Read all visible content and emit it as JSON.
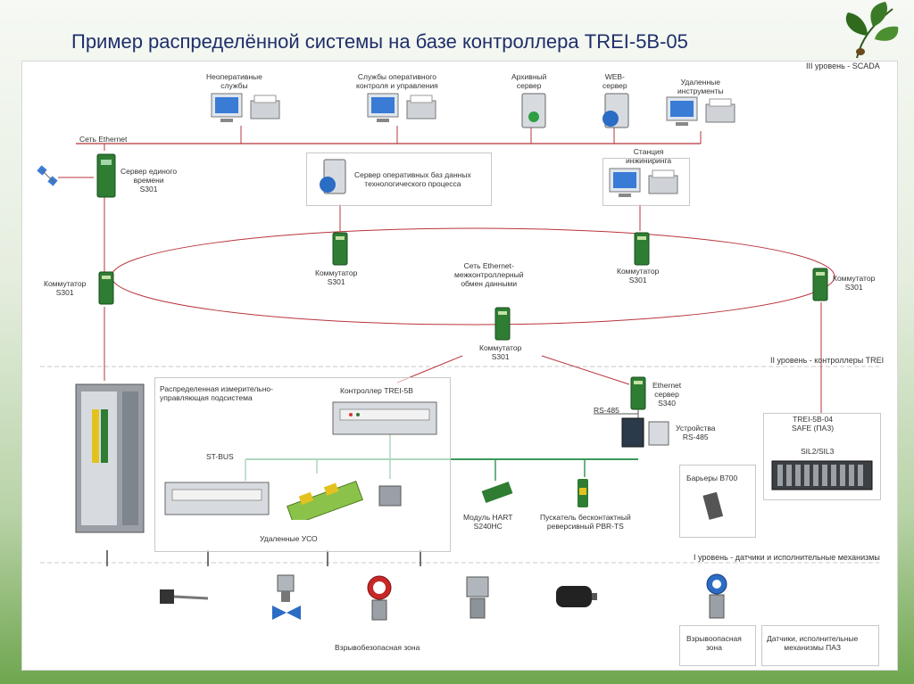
{
  "title": "Пример распределённой системы на базе контроллера  TREI-5B-05",
  "levels": {
    "scada": "III уровень - SCADA",
    "controllers": "II уровень - контроллеры TREI",
    "sensors": "I уровень - датчики и исполнительные механизмы"
  },
  "top": {
    "nonop_services": "Неоперативные\nслужбы",
    "op_services": "Службы оперативного\nконтроля и управления",
    "archive_server": "Архивный\nсервер",
    "web_server": "WEB-\nсервер",
    "remote_clients": "Удаленные\nинструменты",
    "ethernet_net": "Сеть Ethernet",
    "time_server": "Сервер единого\nвремени\nS301",
    "db_server": "Сервер оперативных баз данных\nтехнологического процесса",
    "eng_station": "Станция\nинжиниринга"
  },
  "ring": {
    "sw_left": "Коммутатор\nS301",
    "sw_mid_left": "Коммутатор\nS301",
    "sw_mid_right": "Коммутатор\nS301",
    "sw_right": "Коммутатор\nS301",
    "sw_bottom": "Коммутатор\nS301",
    "ring_label": "Сеть Ethernet-\nмежконтроллерный\nобмен данными"
  },
  "lower": {
    "subsystem": "Распределенная измерительно-\nуправляющая подсистема",
    "controller": "Контроллер TREI-5B",
    "stbus": "ST-BUS",
    "ethernet_server": "Ethernet\nсервер\nS340",
    "rs485": "RS-485",
    "rs485_devices": "Устройства\nRS-485",
    "safe": "TREI-5B-04\nSAFE (ПАЗ)",
    "sil": "SIL2/SIL3",
    "remote_uso": "Удаленные УСО",
    "hart": "Модуль HART\nS240HC",
    "starter": "Пускатель бесконтактный\nреверсивный PBR-TS",
    "barriers": "Барьеры B700",
    "ex_zone": "Взрывоопасная\nзона",
    "ex_safe_zone": "Взрывобезопасная зона",
    "sensors_paz": "Датчики, исполнительные\nмеханизмы ПАЗ"
  },
  "colors": {
    "title": "#1f2f6a",
    "link": "#b8343c",
    "switch": "#2e7d32",
    "stbus": "#3a9a5a"
  }
}
